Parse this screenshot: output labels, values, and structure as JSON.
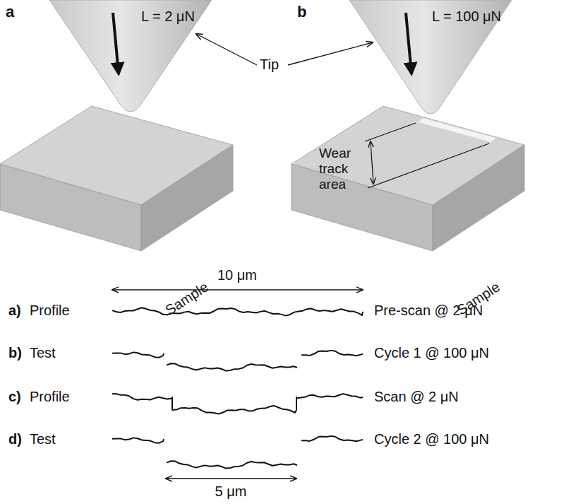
{
  "diagram": {
    "nodes": [
      {
        "text": [
          "Sample"
        ]
      },
      {
        "text": [
          "Sample"
        ]
      }
    ],
    "labels": [
      "a",
      "L = 2 μN",
      "Tip",
      "b",
      "L = 100 μN",
      "Wear track area",
      "10 μm",
      "a)",
      "Profile",
      "Pre-scan @ 2 μN",
      "b)",
      "Test",
      "Cycle 1 @ 100 μN",
      "c)",
      "Profile",
      "Scan @ 2 μN",
      "d)",
      "Test",
      "Cycle 2 @ 100 μN",
      "5 μm"
    ]
  }
}
